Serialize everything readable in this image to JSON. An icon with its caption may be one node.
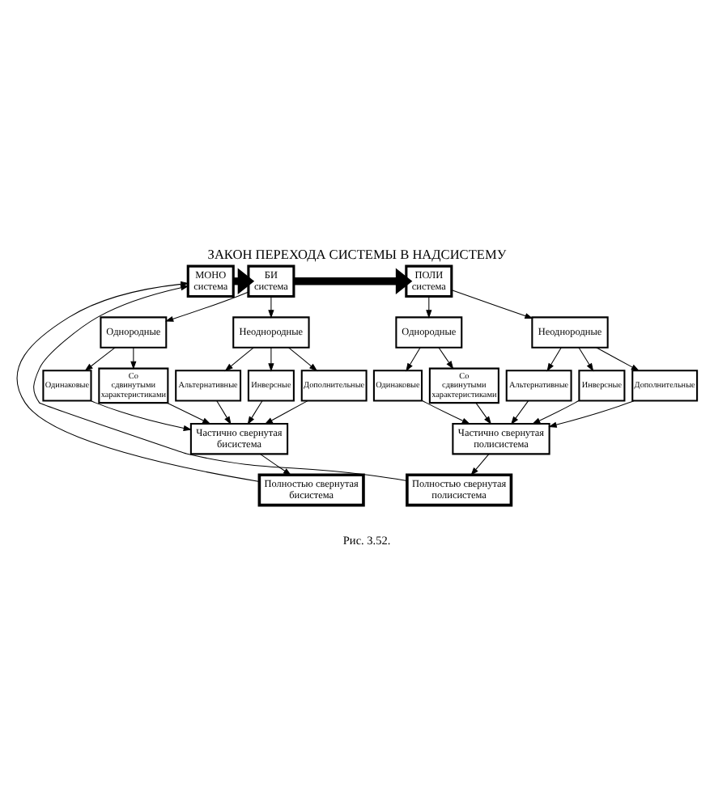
{
  "diagram": {
    "title": "ЗАКОН ПЕРЕХОДА СИСТЕМЫ В НАДСИСТЕМУ",
    "caption": "Рис. 3.52.",
    "nodes": [
      {
        "text": [
          "МОНО система"
        ]
      },
      {
        "text": [
          "БИ система"
        ]
      },
      {
        "text": [
          "ПОЛИ система"
        ]
      },
      {
        "text": [
          "Однородные"
        ]
      },
      {
        "text": [
          "Неоднородные"
        ]
      },
      {
        "text": [
          "Однородные"
        ]
      },
      {
        "text": [
          "Неоднородные"
        ]
      },
      {
        "text": [
          "Одинаковые"
        ]
      },
      {
        "text": [
          "Со сдвинутыми характеристиками"
        ]
      },
      {
        "text": [
          "Альтернативные"
        ]
      },
      {
        "text": [
          "Инверсные"
        ]
      },
      {
        "text": [
          "Дополнительные"
        ]
      },
      {
        "text": [
          "Частично свернутая бисистема"
        ]
      },
      {
        "text": [
          "Полностью свернутая бисистема"
        ]
      },
      {
        "text": [
          "Одинаковые"
        ]
      },
      {
        "text": [
          "Со сдвинутыми характеристиками"
        ]
      },
      {
        "text": [
          "Альтернативные"
        ]
      },
      {
        "text": [
          "Инверсные"
        ]
      },
      {
        "text": [
          "Дополнительные"
        ]
      },
      {
        "text": [
          "Частично свернутая полисистема"
        ]
      },
      {
        "text": [
          "Полностью свернутая полисистема"
        ]
      }
    ],
    "edges": [
      {
        "from": 0,
        "to": 1,
        "arrow": "to",
        "style": "thick"
      },
      {
        "from": 1,
        "to": 2,
        "arrow": "to",
        "style": "thick"
      },
      {
        "from": 1,
        "to": 3,
        "arrow": "to"
      },
      {
        "from": 1,
        "to": 4,
        "arrow": "to"
      },
      {
        "from": 2,
        "to": 5,
        "arrow": "to"
      },
      {
        "from": 2,
        "to": 6,
        "arrow": "to"
      },
      {
        "from": 3,
        "to": 7,
        "arrow": "to"
      },
      {
        "from": 3,
        "to": 8,
        "arrow": "to"
      },
      {
        "from": 4,
        "to": 9,
        "arrow": "to"
      },
      {
        "from": 4,
        "to": 10,
        "arrow": "to"
      },
      {
        "from": 4,
        "to": 11,
        "arrow": "to"
      },
      {
        "from": 5,
        "to": 14,
        "arrow": "to"
      },
      {
        "from": 5,
        "to": 15,
        "arrow": "to"
      },
      {
        "from": 6,
        "to": 16,
        "arrow": "to"
      },
      {
        "from": 6,
        "to": 17,
        "arrow": "to"
      },
      {
        "from": 6,
        "to": 18,
        "arrow": "to"
      },
      {
        "from": 7,
        "to": 12,
        "arrow": "to"
      },
      {
        "from": 8,
        "to": 12,
        "arrow": "to"
      },
      {
        "from": 9,
        "to": 12,
        "arrow": "to"
      },
      {
        "from": 10,
        "to": 12,
        "arrow": "to"
      },
      {
        "from": 11,
        "to": 12,
        "arrow": "to"
      },
      {
        "from": 12,
        "to": 13,
        "arrow": "to"
      },
      {
        "from": 14,
        "to": 19,
        "arrow": "to"
      },
      {
        "from": 15,
        "to": 19,
        "arrow": "to"
      },
      {
        "from": 16,
        "to": 19,
        "arrow": "to"
      },
      {
        "from": 17,
        "to": 19,
        "arrow": "to"
      },
      {
        "from": 18,
        "to": 19,
        "arrow": "to"
      },
      {
        "from": 19,
        "to": 20,
        "arrow": "to"
      },
      {
        "from": 13,
        "to": 0,
        "arrow": "to"
      },
      {
        "from": 20,
        "to": 0,
        "arrow": "to"
      }
    ]
  }
}
